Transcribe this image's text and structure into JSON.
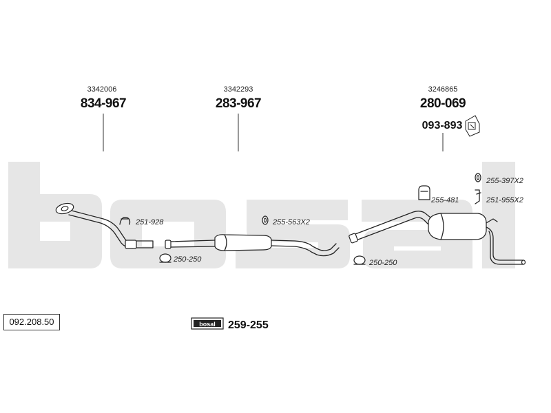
{
  "brand": {
    "watermark": "bosal",
    "logo_text": "bosal"
  },
  "catalog_number": "092.208.50",
  "assemblies": [
    {
      "oem": "3342006",
      "part": "834-967"
    },
    {
      "oem": "3342293",
      "part": "283-967"
    },
    {
      "oem": "3246865",
      "part": "280-069"
    }
  ],
  "mounting_kit": {
    "part": "093-893"
  },
  "accessories": [
    {
      "part": "251-928"
    },
    {
      "part": "250-250"
    },
    {
      "part": "255-563X2"
    },
    {
      "part": "250-250"
    },
    {
      "part": "255-481"
    },
    {
      "part": "255-397X2"
    },
    {
      "part": "251-955X2"
    }
  ],
  "fitting_kit": {
    "part": "259-255"
  },
  "colors": {
    "watermark": "#e6e6e6",
    "line": "#222222",
    "background": "#ffffff"
  }
}
